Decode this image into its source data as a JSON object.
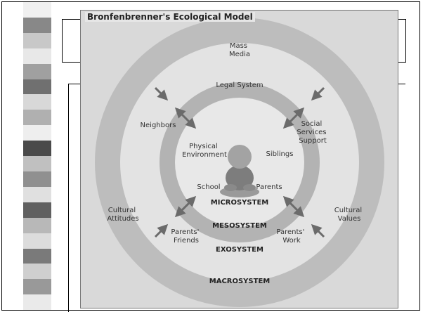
{
  "figure": {
    "title": "Bronfenbrenner's Ecological Model"
  },
  "rings": {
    "macro": "MACROSYSTEM",
    "exo": "EXOSYSTEM",
    "meso": "MESOSYSTEM",
    "micro": "MICROSYSTEM"
  },
  "labels": {
    "mass_media": [
      "Mass",
      "Media"
    ],
    "legal_system": "Legal System",
    "neighbors": "Neighbors",
    "social_services": [
      "Social",
      "Services",
      "Support"
    ],
    "physical_env": [
      "Physical",
      "Environment"
    ],
    "siblings": "Siblings",
    "school": "School",
    "parents": "Parents",
    "cultural_attitudes": [
      "Cultural",
      "Attitudes"
    ],
    "cultural_values": [
      "Cultural",
      "Values"
    ],
    "parents_friends": [
      "Parents'",
      "Friends"
    ],
    "parents_work": [
      "Parents'",
      "Work"
    ]
  },
  "colors": {
    "macro_ring": "#bdbdbd",
    "exo_ring": "#e3e3e3",
    "meso_ring": "#b3b3b3",
    "micro_core": "#e8e8e8",
    "arrow": "#6b6b6b"
  }
}
